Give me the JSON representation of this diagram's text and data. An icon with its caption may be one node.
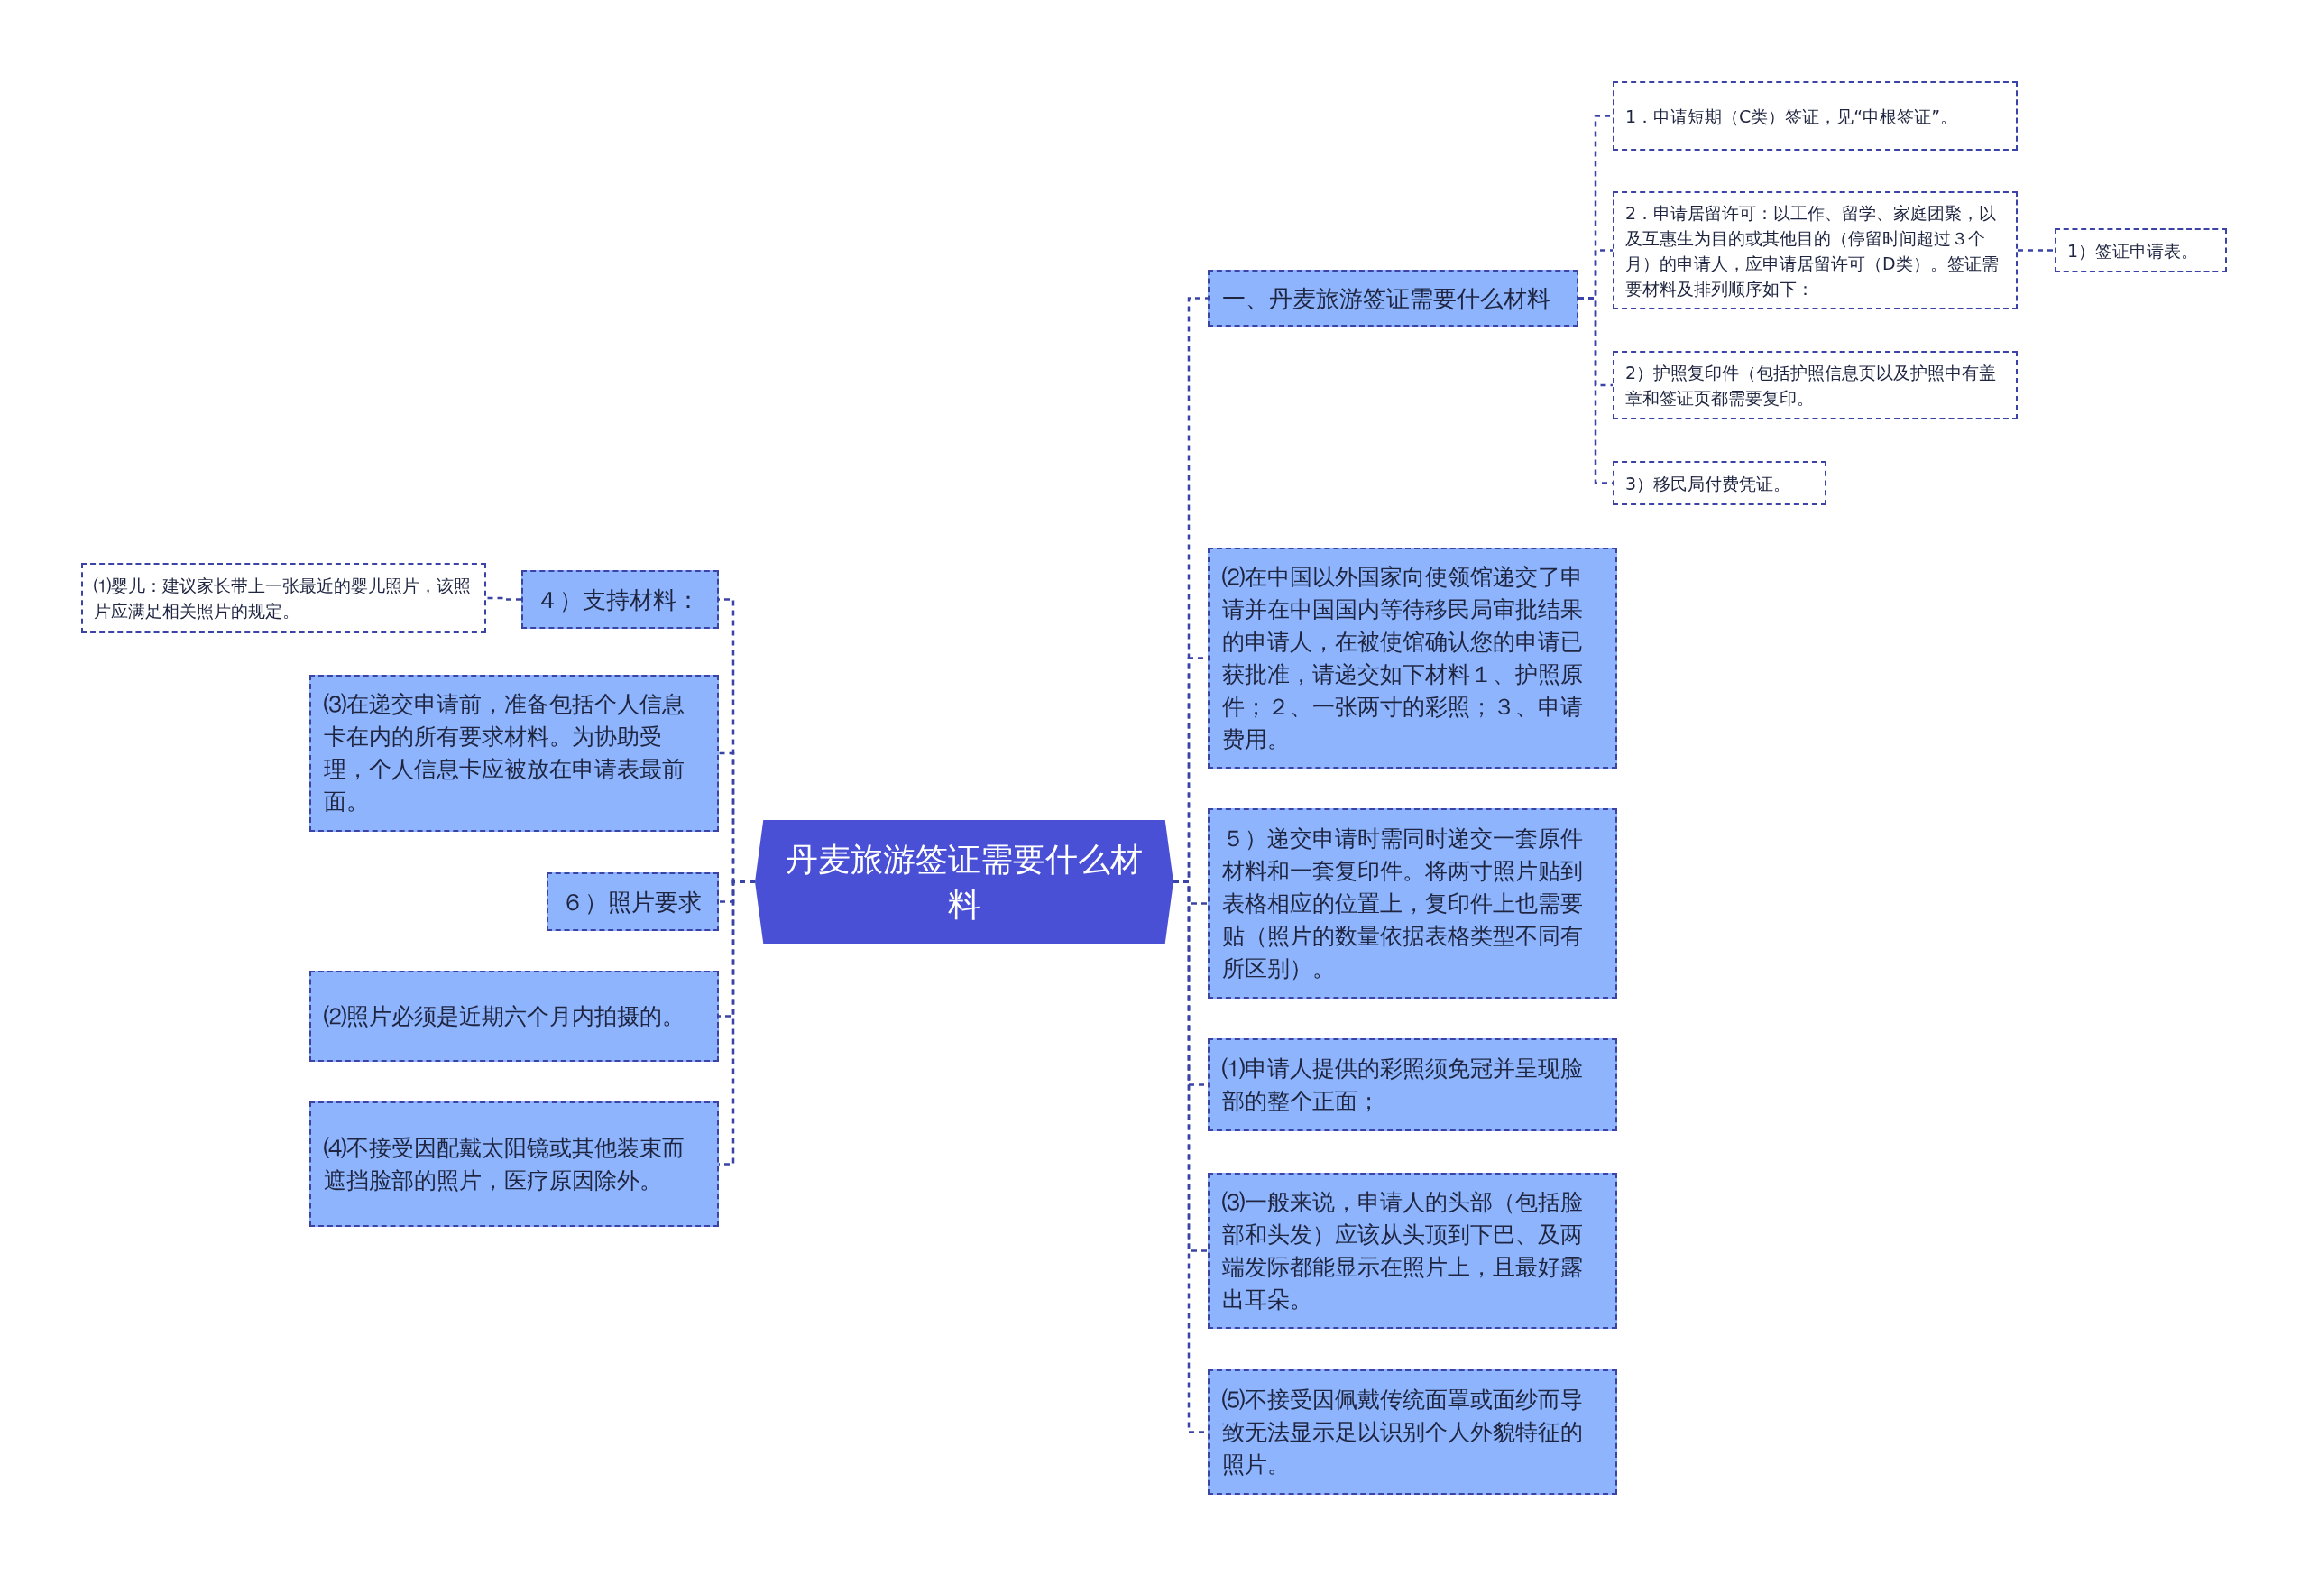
{
  "diagram": {
    "nodes": [
      {
        "text": [
          "丹麦旅游签证需要什么材料"
        ]
      },
      {
        "text": [
          "一、丹麦旅游签证需要什么材料"
        ]
      },
      {
        "text": [
          "1．申请短期（C类）签证，见“申根签证”。"
        ]
      },
      {
        "text": [
          "2．申请居留许可：以工作、留学、家庭团聚，以及互惠生为目的或其他目的（停留时间超过３个月）的申请人，应申请居留许可（D类）。签证需要材料及排列顺序如下："
        ]
      },
      {
        "text": [
          "1）签证申请表。"
        ]
      },
      {
        "text": [
          "2）护照复印件（包括护照信息页以及护照中有盖章和签证页都需要复印。"
        ]
      },
      {
        "text": [
          "3）移民局付费凭证。"
        ]
      },
      {
        "text": [
          "⑵在中国以外国家向使领馆递交了申请并在中国国内等待移民局审批结果的申请人，在被使馆确认您的申请已获批准，请递交如下材料１、护照原件；２、一张两寸的彩照；３、申请费用。"
        ]
      },
      {
        "text": [
          "５）递交申请时需同时递交一套原件材料和一套复印件。将两寸照片贴到表格相应的位置上，复印件上也需要贴（照片的数量依据表格类型不同有所区别）。"
        ]
      },
      {
        "text": [
          "⑴申请人提供的彩照须免冠并呈现脸部的整个正面；"
        ]
      },
      {
        "text": [
          "⑶一般来说，申请人的头部（包括脸部和头发）应该从头顶到下巴、及两端发际都能显示在照片上，且最好露出耳朵。"
        ]
      },
      {
        "text": [
          "⑸不接受因佩戴传统面罩或面纱而导致无法显示足以识别个人外貌特征的照片。"
        ]
      },
      {
        "text": [
          "４）支持材料："
        ]
      },
      {
        "text": [
          "⑴婴儿：建议家长带上一张最近的婴儿照片，该照片应满足相关照片的规定。"
        ]
      },
      {
        "text": [
          "⑶在递交申请前，准备包括个人信息卡在内的所有要求材料。为协助受理，个人信息卡应被放在申请表最前面。"
        ]
      },
      {
        "text": [
          "６）照片要求"
        ]
      },
      {
        "text": [
          "⑵照片必须是近期六个月内拍摄的。"
        ]
      },
      {
        "text": [
          "⑷不接受因配戴太阳镜或其他装束而遮挡脸部的照片，医疗原因除外。"
        ]
      }
    ],
    "edges": [
      {
        "from": 0,
        "to": 1,
        "arrow": "none",
        "style": "dashed"
      },
      {
        "from": 0,
        "to": 7,
        "arrow": "none",
        "style": "dashed"
      },
      {
        "from": 0,
        "to": 8,
        "arrow": "none",
        "style": "dashed"
      },
      {
        "from": 0,
        "to": 9,
        "arrow": "none",
        "style": "dashed"
      },
      {
        "from": 0,
        "to": 10,
        "arrow": "none",
        "style": "dashed"
      },
      {
        "from": 0,
        "to": 11,
        "arrow": "none",
        "style": "dashed"
      },
      {
        "from": 0,
        "to": 12,
        "arrow": "none",
        "style": "dashed"
      },
      {
        "from": 0,
        "to": 14,
        "arrow": "none",
        "style": "dashed"
      },
      {
        "from": 0,
        "to": 15,
        "arrow": "none",
        "style": "dashed"
      },
      {
        "from": 0,
        "to": 16,
        "arrow": "none",
        "style": "dashed"
      },
      {
        "from": 0,
        "to": 17,
        "arrow": "none",
        "style": "dashed"
      },
      {
        "from": 1,
        "to": 2,
        "arrow": "none",
        "style": "dashed"
      },
      {
        "from": 1,
        "to": 3,
        "arrow": "none",
        "style": "dashed"
      },
      {
        "from": 1,
        "to": 5,
        "arrow": "none",
        "style": "dashed"
      },
      {
        "from": 1,
        "to": 6,
        "arrow": "none",
        "style": "dashed"
      },
      {
        "from": 3,
        "to": 4,
        "arrow": "none",
        "style": "dashed"
      },
      {
        "from": 12,
        "to": 13,
        "arrow": "none",
        "style": "dashed"
      }
    ]
  }
}
